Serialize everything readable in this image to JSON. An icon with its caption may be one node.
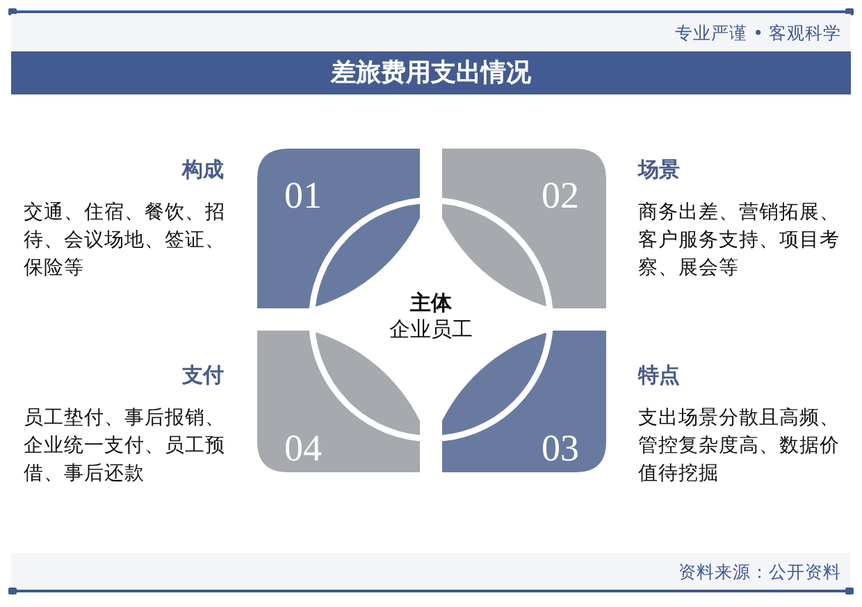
{
  "diagram": {
    "title": "差旅费用支出情况",
    "nodes": [
      {
        "text": [
          "01"
        ],
        "beside": [
          "构成",
          "交通、住宿、餐饮、招待、会议场地、签证、保险等"
        ]
      },
      {
        "text": [
          "02"
        ],
        "beside": [
          "场景",
          "商务出差、营销拓展、客户服务支持、项目考察、展会等"
        ]
      },
      {
        "text": [
          "主体",
          "企业员工"
        ]
      },
      {
        "text": [
          "04"
        ],
        "beside": [
          "支付",
          "员工垫付、事后报销、企业统一支付、员工预借、事后还款"
        ]
      },
      {
        "text": [
          "03"
        ],
        "beside": [
          "特点",
          "支出场景分散且高频、管控复杂度高、数据价值待挖掘"
        ]
      }
    ],
    "labels": [
      "专业严谨 • 客观科学",
      "资料来源：公开资料"
    ]
  }
}
